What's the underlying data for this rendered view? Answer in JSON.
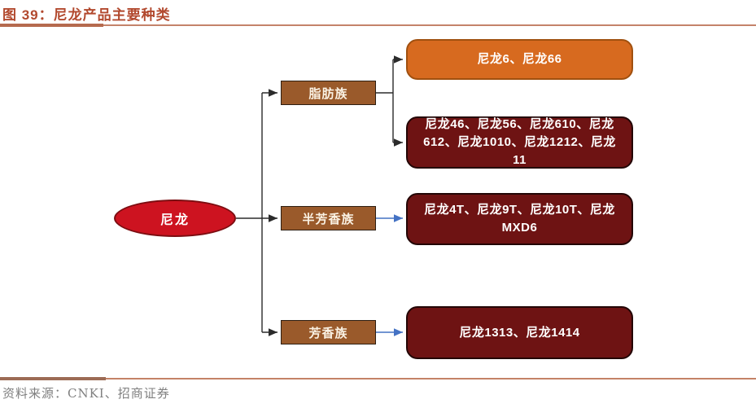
{
  "header": {
    "title": "图 39：尼龙产品主要种类"
  },
  "diagram": {
    "root": {
      "label": "尼龙"
    },
    "categories": [
      {
        "label": "脂肪族"
      },
      {
        "label": "半芳香族"
      },
      {
        "label": "芳香族"
      }
    ],
    "leaves": [
      {
        "text": "尼龙6、尼龙66",
        "variant": "orange"
      },
      {
        "text": "尼龙46、尼龙56、尼龙610、尼龙612、尼龙1010、尼龙1212、尼龙11",
        "variant": "maroon"
      },
      {
        "text": "尼龙4T、尼龙9T、尼龙10T、尼龙MXD6",
        "variant": "maroon"
      },
      {
        "text": "尼龙1313、尼龙1414",
        "variant": "maroon"
      }
    ],
    "colors": {
      "title": "#b2492e",
      "rule": "#c4836a",
      "root_fill": "#cd1320",
      "root_border": "#7c0d11",
      "category_fill": "#9a5a2b",
      "leaf_orange_fill": "#d76a1f",
      "leaf_maroon_fill": "#6e1313",
      "connector_black": "#2b2b2b",
      "connector_blue": "#4472c4"
    }
  },
  "footer": {
    "source": "资料来源：CNKI、招商证券"
  }
}
